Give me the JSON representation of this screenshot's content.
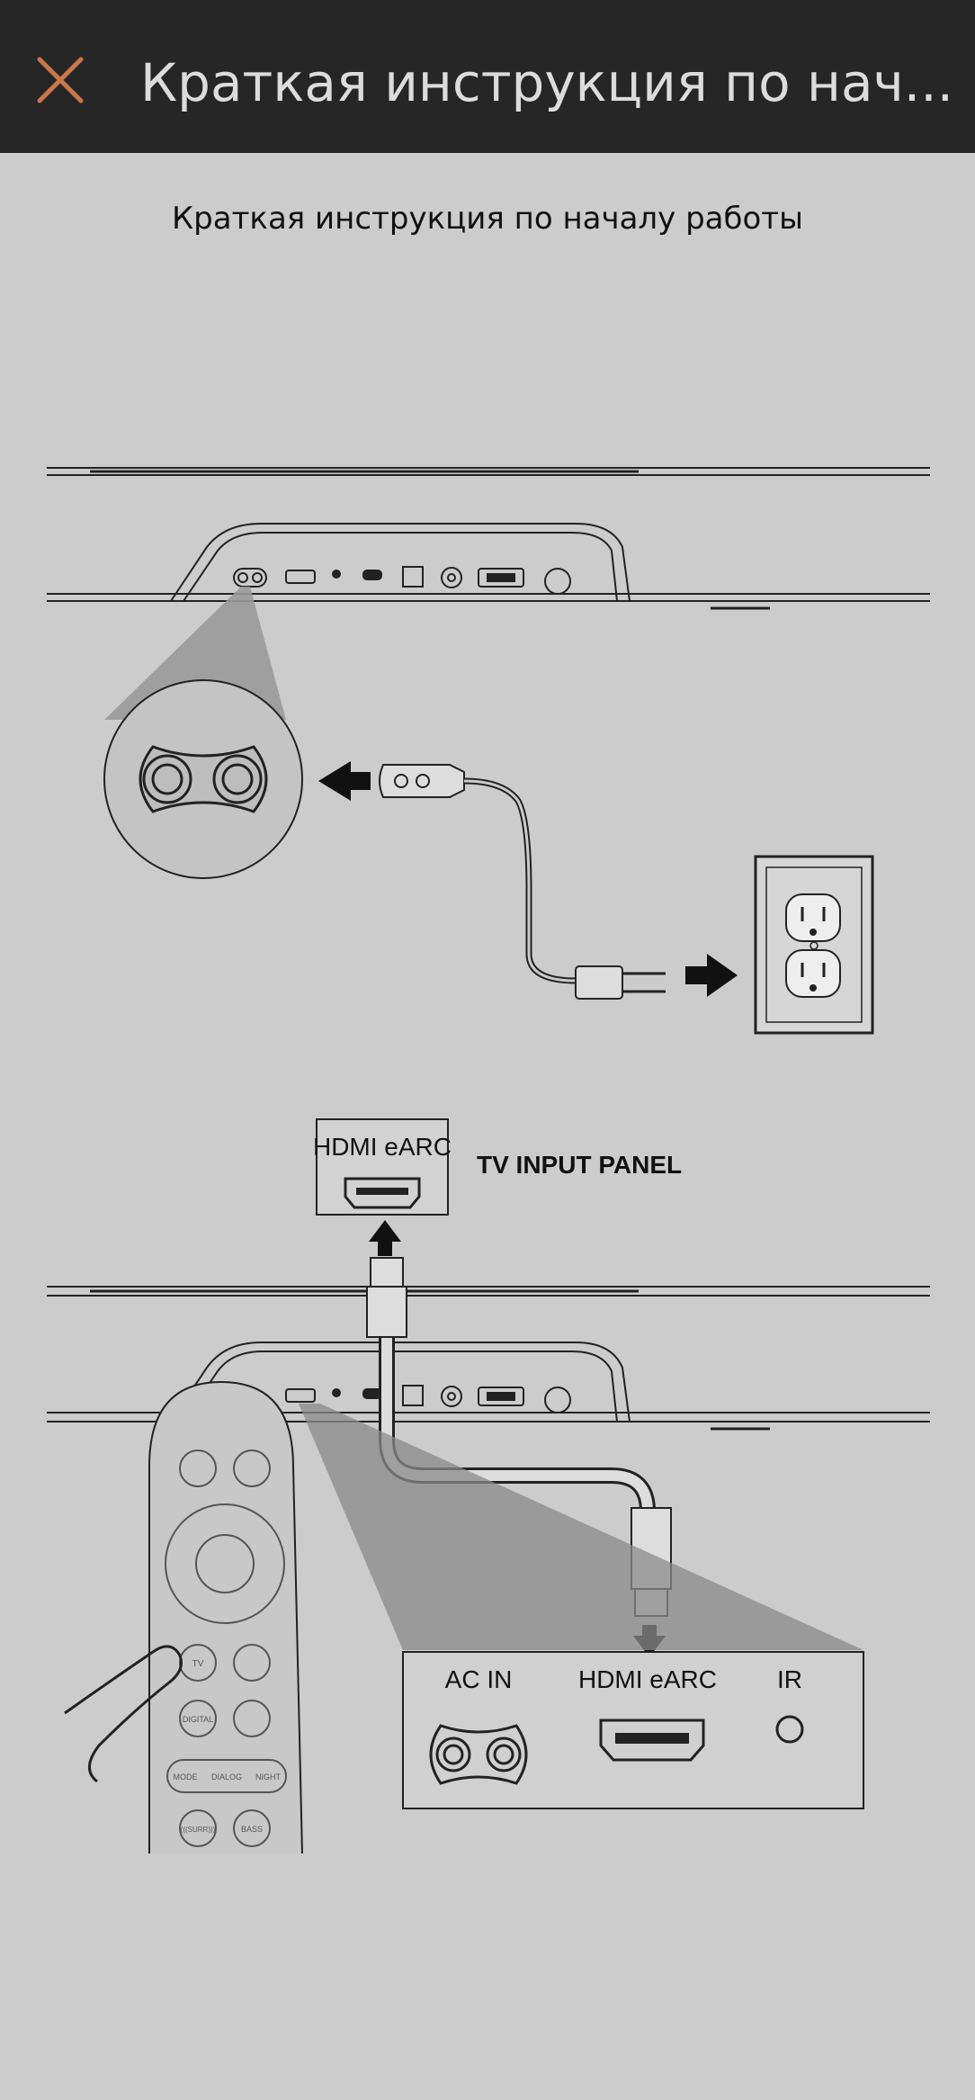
{
  "header": {
    "title": "Краткая инструкция по нач...",
    "close_icon": "close-icon",
    "accent_color": "#c8764a",
    "background": "#262626"
  },
  "document": {
    "title": "Краткая инструкция по началу работы"
  },
  "illustration_labels": {
    "tv_port": "HDMI eARC",
    "tv_panel": "TV INPUT PANEL",
    "ac_in": "AC IN",
    "hdmi_earc": "HDMI eARC",
    "ir": "IR",
    "remote_tv": "TV",
    "remote_digital": "DIGITAL",
    "remote_mode": "MODE",
    "remote_dialog": "DIALOG",
    "remote_night": "NIGHT",
    "remote_surround": "(((SURR)))",
    "remote_bass": "BASS"
  }
}
